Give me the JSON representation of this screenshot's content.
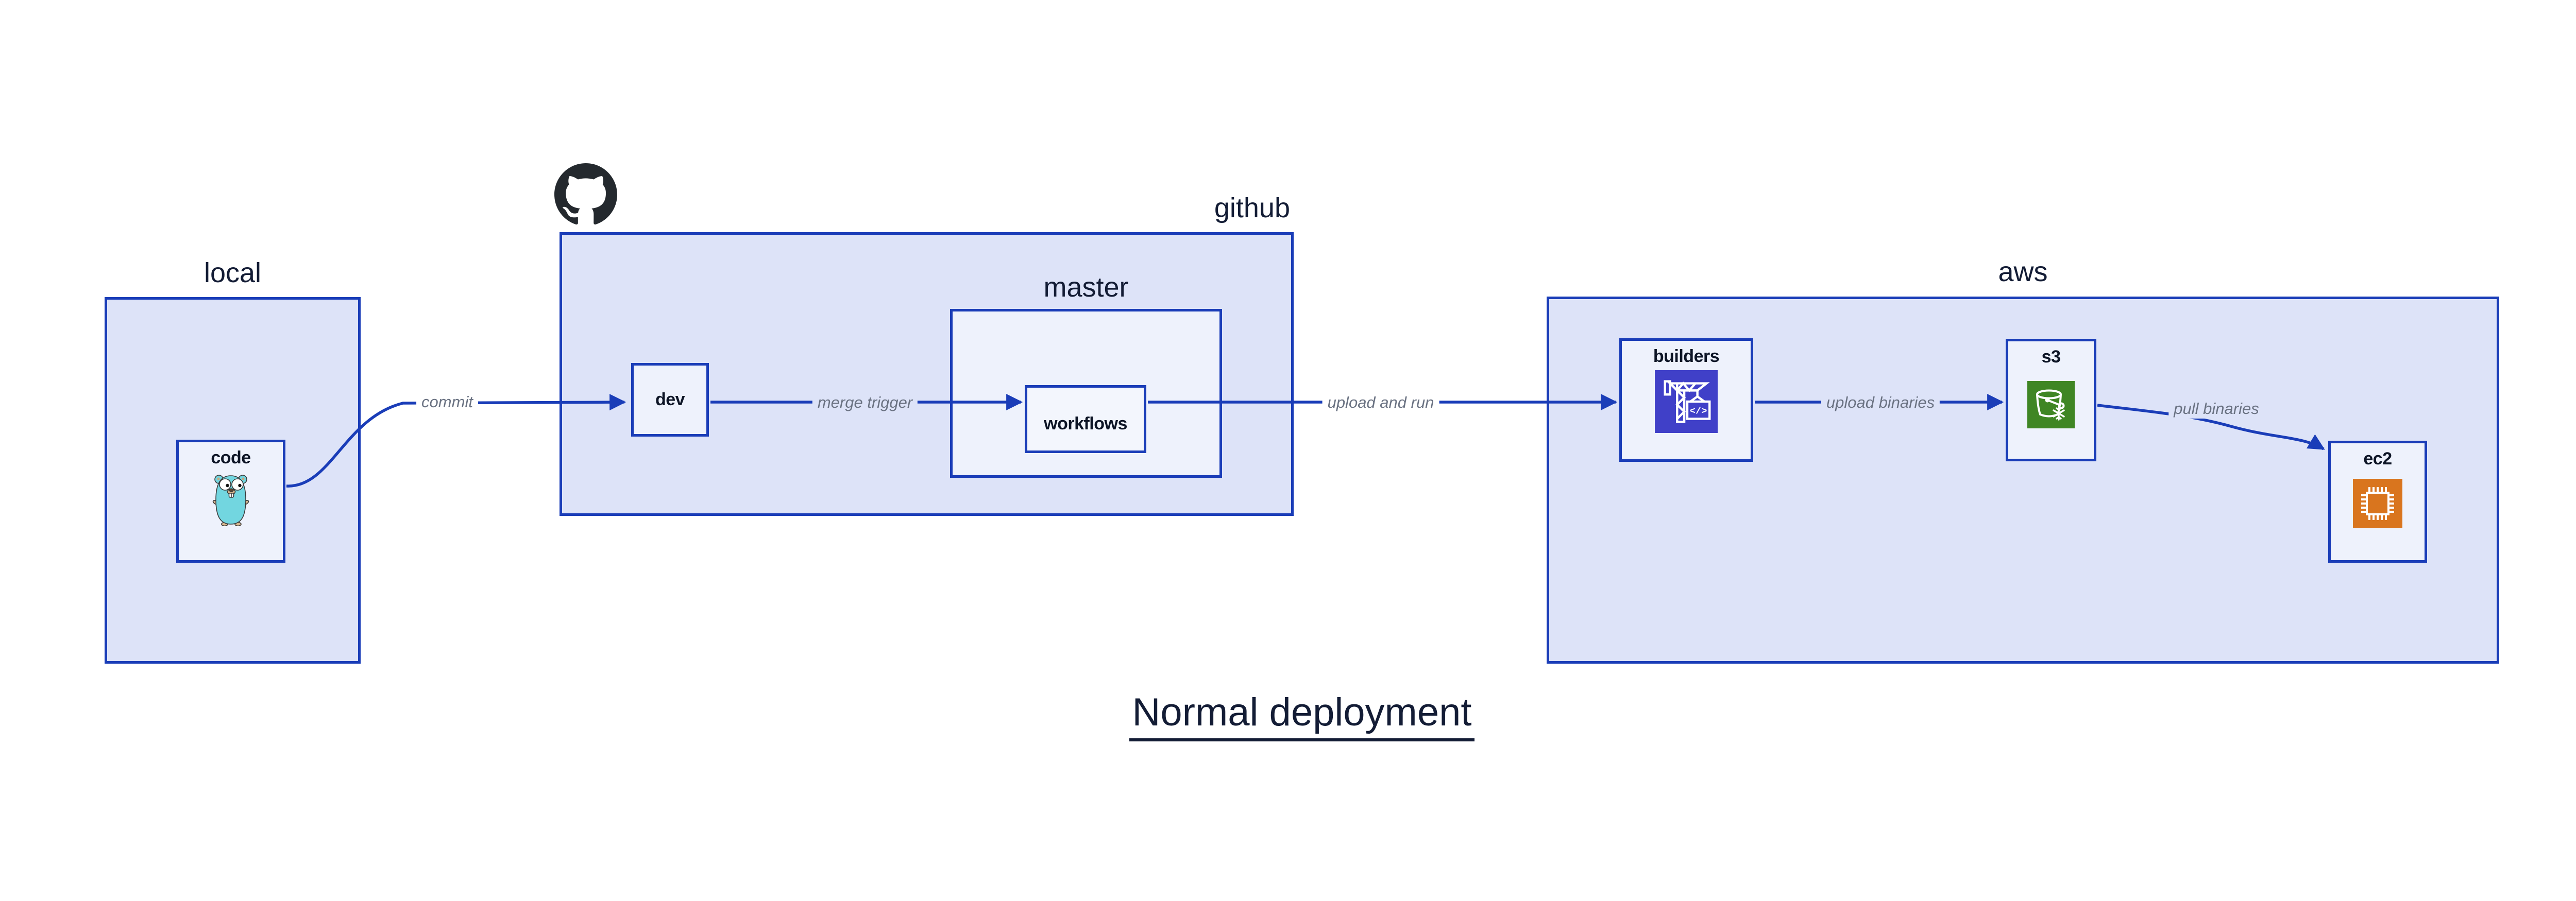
{
  "title": {
    "text": "Normal deployment"
  },
  "containers": {
    "local": {
      "label": "local"
    },
    "github": {
      "label": "github"
    },
    "aws": {
      "label": "aws"
    }
  },
  "nodes": {
    "code": {
      "label": "code"
    },
    "dev": {
      "label": "dev"
    },
    "master": {
      "label": "master"
    },
    "workflows": {
      "label": "workflows"
    },
    "builders": {
      "label": "builders"
    },
    "s3": {
      "label": "s3"
    },
    "ec2": {
      "label": "ec2"
    }
  },
  "edges": {
    "commit": {
      "label": "commit"
    },
    "merge_trigger": {
      "label": "merge trigger"
    },
    "upload_and_run": {
      "label": "upload and run"
    },
    "upload_binaries": {
      "label": "upload binaries"
    },
    "pull_binaries": {
      "label": "pull binaries"
    }
  },
  "icons": {
    "github": "github-octocat-icon",
    "code": "go-gopher-icon",
    "builders": "aws-codebuild-crane-icon",
    "s3": "aws-s3-bucket-icon",
    "ec2": "aws-ec2-chip-icon",
    "builders_code_glyph": "</>"
  },
  "colors": {
    "canvas_bg": "#ffffff",
    "container_fill": "#dde3f8",
    "node_fill": "#eef2fc",
    "border_blue": "#1a3db8",
    "edge_label_gray": "#6a7282",
    "text_navy": "#131c35",
    "github_black": "#24292e",
    "codebuild_indigo": "#4040c8",
    "s3_green": "#3f8624",
    "ec2_orange": "#d9751e",
    "gopher_cyan": "#72d6e0"
  }
}
